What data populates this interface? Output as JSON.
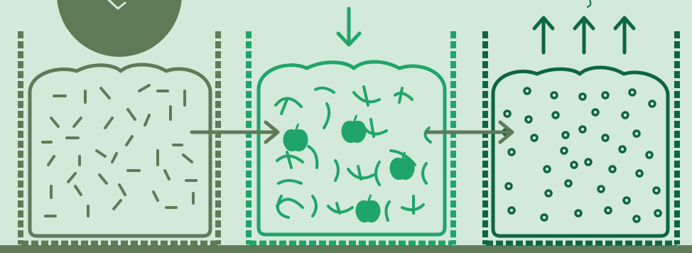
{
  "colors": {
    "background": "#d3e9da",
    "ground": "#5e7a57",
    "bin_stage_1": "#607a56",
    "bin_stage_2": "#1fa56a",
    "bin_stage_3": "#0d6641",
    "flow_arrow": "#5e7a57"
  },
  "stages": [
    {
      "name": "straw-bin",
      "contents_icon": "straw-pieces-icon"
    },
    {
      "name": "mycelium-bin",
      "contents_icon": "mycelium-threads-and-apples-icon"
    },
    {
      "name": "spore-bin",
      "contents_icon": "spores-icon"
    }
  ],
  "partial_text": "",
  "icons": [
    "badge-arrow-icon",
    "down-arrow-icon",
    "up-arrow-icon",
    "right-arrow-icon",
    "apple-icon"
  ]
}
